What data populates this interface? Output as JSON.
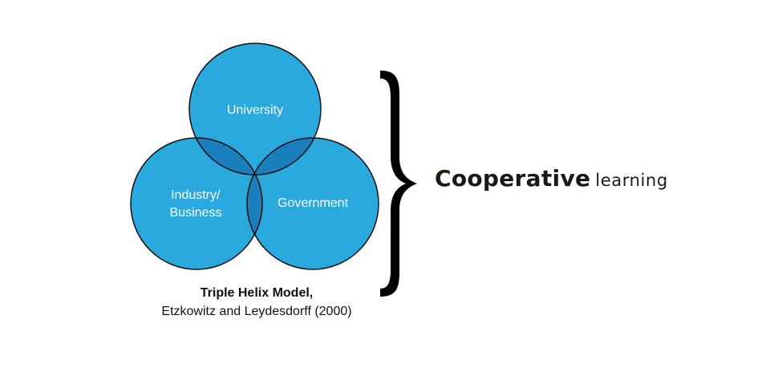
{
  "diagram": {
    "circles": [
      {
        "id": "university",
        "label_lines": [
          "University"
        ]
      },
      {
        "id": "industry",
        "label_lines": [
          "Industry/",
          "Business"
        ]
      },
      {
        "id": "government",
        "label_lines": [
          "Government"
        ]
      }
    ],
    "colors": {
      "circle_fill": "#29a9de",
      "overlap_fill": "#1c7fbd",
      "outline": "#111111"
    },
    "caption": {
      "title": "Triple Helix Model,",
      "subtitle": "Etzkowitz and Leydesdorff (2000)"
    }
  },
  "result": {
    "bold": "Cooperative",
    "light": "learning"
  }
}
